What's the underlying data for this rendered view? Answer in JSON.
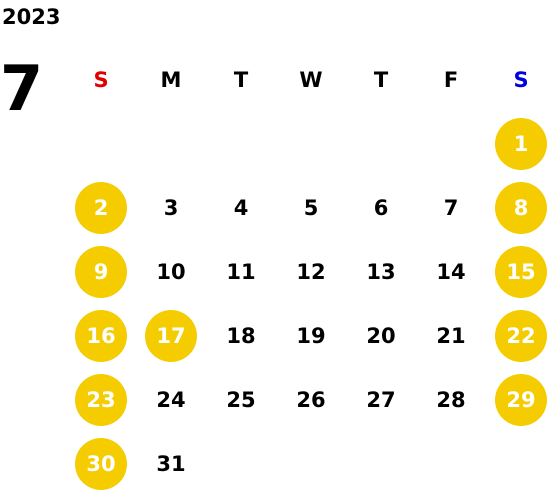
{
  "calendar": {
    "year": "2023",
    "month": "7",
    "weekdays": [
      {
        "label": "S",
        "color": "#e00000"
      },
      {
        "label": "M",
        "color": "#000000"
      },
      {
        "label": "T",
        "color": "#000000"
      },
      {
        "label": "W",
        "color": "#000000"
      },
      {
        "label": "T",
        "color": "#000000"
      },
      {
        "label": "F",
        "color": "#000000"
      },
      {
        "label": "S",
        "color": "#0000e0"
      }
    ],
    "highlight_color": "#f5cc00",
    "weeks": [
      [
        {
          "day": ""
        },
        {
          "day": ""
        },
        {
          "day": ""
        },
        {
          "day": ""
        },
        {
          "day": ""
        },
        {
          "day": ""
        },
        {
          "day": "1",
          "highlighted": true
        }
      ],
      [
        {
          "day": "2",
          "highlighted": true
        },
        {
          "day": "3"
        },
        {
          "day": "4"
        },
        {
          "day": "5"
        },
        {
          "day": "6"
        },
        {
          "day": "7"
        },
        {
          "day": "8",
          "highlighted": true
        }
      ],
      [
        {
          "day": "9",
          "highlighted": true
        },
        {
          "day": "10"
        },
        {
          "day": "11"
        },
        {
          "day": "12"
        },
        {
          "day": "13"
        },
        {
          "day": "14"
        },
        {
          "day": "15",
          "highlighted": true
        }
      ],
      [
        {
          "day": "16",
          "highlighted": true
        },
        {
          "day": "17",
          "highlighted": true
        },
        {
          "day": "18"
        },
        {
          "day": "19"
        },
        {
          "day": "20"
        },
        {
          "day": "21"
        },
        {
          "day": "22",
          "highlighted": true
        }
      ],
      [
        {
          "day": "23",
          "highlighted": true
        },
        {
          "day": "24"
        },
        {
          "day": "25"
        },
        {
          "day": "26"
        },
        {
          "day": "27"
        },
        {
          "day": "28"
        },
        {
          "day": "29",
          "highlighted": true
        }
      ],
      [
        {
          "day": "30",
          "highlighted": true
        },
        {
          "day": "31"
        },
        {
          "day": ""
        },
        {
          "day": ""
        },
        {
          "day": ""
        },
        {
          "day": ""
        },
        {
          "day": ""
        }
      ]
    ]
  }
}
